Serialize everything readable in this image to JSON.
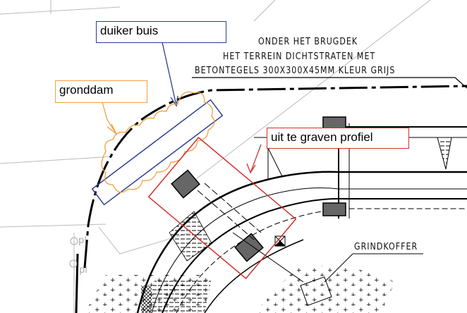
{
  "annotations": {
    "duiker": {
      "label": "duiker buis",
      "color": "#2c3e8f"
    },
    "gronddam": {
      "label": "gronddam",
      "color": "#f0a040"
    },
    "profiel": {
      "label": "uit te graven profiel",
      "color": "#d0302a"
    }
  },
  "drawing_notes": {
    "line1": "ONDER HET BRUGDEK",
    "line2": "HET TERREIN DICHTSTRATEN MET",
    "line3": "BETONTEGELS 300X300X45MM KLEUR GRIJS",
    "grindkoffer": "GRINDKOFFER",
    "pl1": "pl",
    "pl2": "pl"
  }
}
